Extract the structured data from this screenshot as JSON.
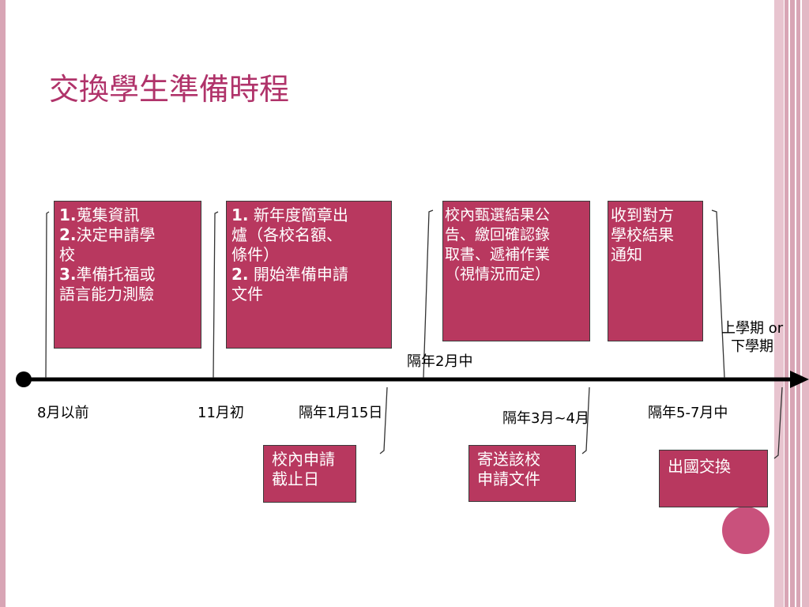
{
  "title": "交換學生準備時程",
  "boxes": {
    "b1": {
      "n1": "1.",
      "t1": "蒐集資訊",
      "n2": "2.",
      "t2": "決定申請學",
      "l3": "校",
      "n4": "3.",
      "t4": "準備托福或",
      "l5": "語言能力測驗"
    },
    "b2": {
      "n1": "1.",
      "t1": " 新年度簡章出",
      "l2": "爐（各校名額、",
      "l3": "條件）",
      "n4": "2.",
      "t4": " 開始準備申請",
      "l5": "文件"
    },
    "b3": {
      "l1": "校內甄選結果公",
      "l2": "告、繳回確認錄",
      "l3": "取書、遞補作業",
      "l4": "（視情況而定）"
    },
    "b4": {
      "l1": "收到對方",
      "l2": "學校結果",
      "l3": "通知"
    },
    "b5": {
      "l1": "校內申請",
      "l2": "截止日"
    },
    "b6": {
      "l1": "寄送該校",
      "l2": "申請文件"
    },
    "b7": {
      "l1": "出國交換"
    }
  },
  "labels": {
    "aug": "8月以前",
    "nov": "11月初",
    "jan15": "隔年1月15日",
    "feb": "隔年2月中",
    "marapr": "隔年3月~4月",
    "mayjul": "隔年5-7月中",
    "semester_1": "上學期 or",
    "semester_2": "下學期"
  },
  "colors": {
    "title": "#b0336a",
    "box_fill": "#b8385f",
    "accent_circle": "#c9517c",
    "stripe": "#d8a5b5"
  }
}
